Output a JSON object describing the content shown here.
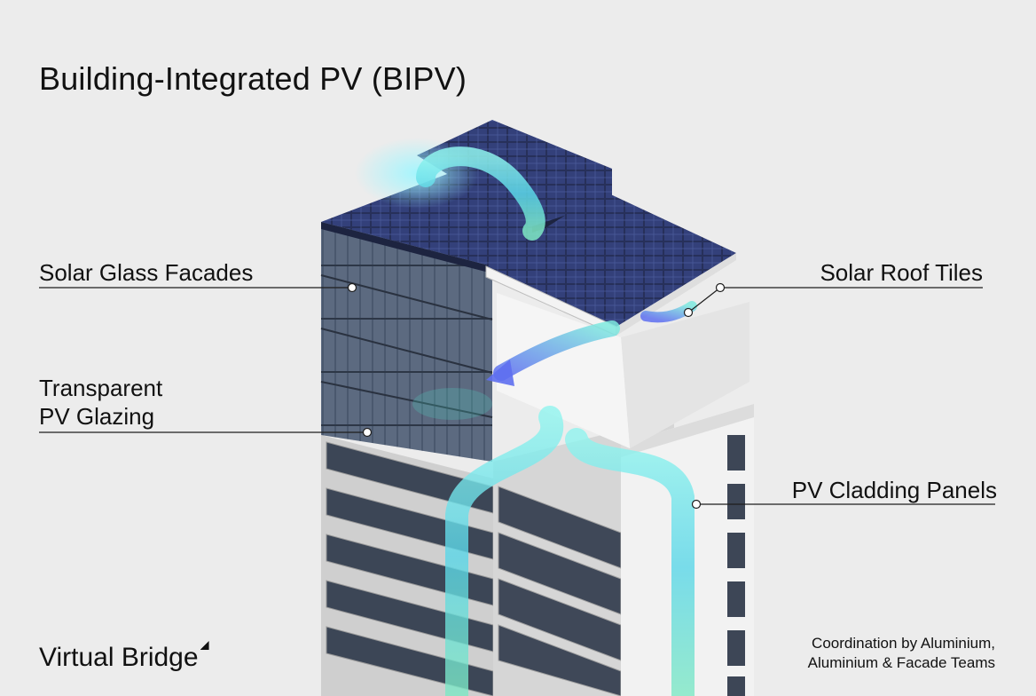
{
  "title": "Building-Integrated PV (BIPV)",
  "labels": {
    "facades": "Solar Glass Facades",
    "glazing": "Transparent\nPV Glazing",
    "roof": "Solar Roof Tiles",
    "cladding": "PV Cladding Panels"
  },
  "brand": "Virtual Bridge",
  "credit": {
    "line1": "Coordination by Aluminium,",
    "line2": "Aluminium & Facade Teams"
  },
  "colors": {
    "background": "#ececec",
    "solar_panel": "#27305a",
    "glass": "#4a5a70",
    "concrete": "#e2e2e2",
    "energy_flow": "#5ee6e0"
  }
}
